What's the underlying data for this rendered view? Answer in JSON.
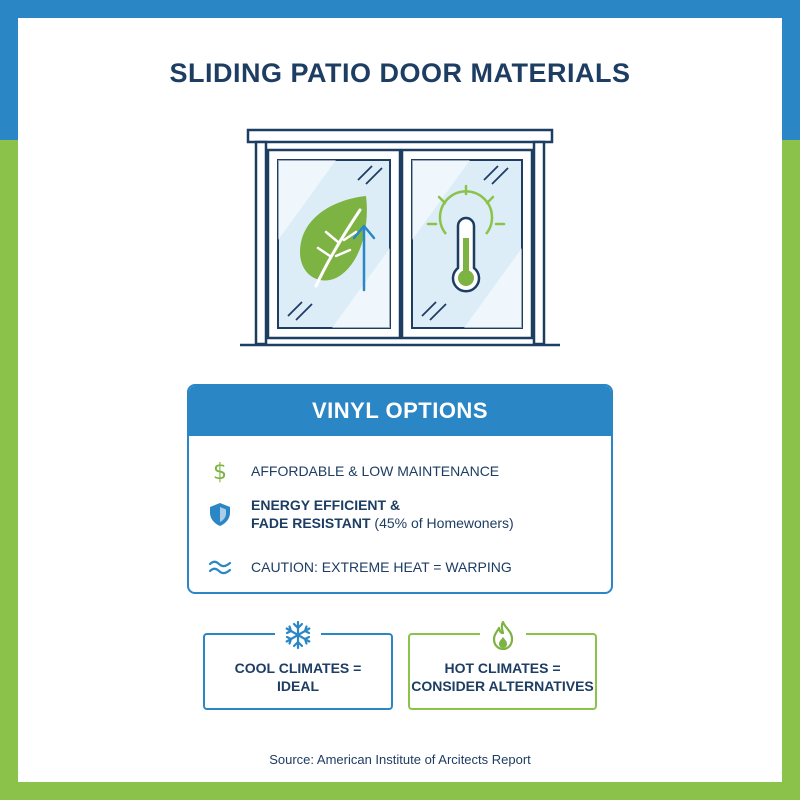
{
  "title": "SLIDING PATIO DOOR MATERIALS",
  "colors": {
    "blue": "#2b86c5",
    "green": "#8bc34a",
    "navy": "#1d3d63",
    "glass": "#dcedf8"
  },
  "door_icons": [
    "leaf-icon",
    "up-arrow-icon",
    "sun-thermometer-icon"
  ],
  "vinyl": {
    "heading": "VINYL OPTIONS",
    "items": [
      {
        "icon": "dollar-icon",
        "line1": "AFFORDABLE & LOW MAINTENANCE",
        "line2": "",
        "note": ""
      },
      {
        "icon": "shield-icon",
        "line1": "ENERGY EFFICIENT &",
        "line2": "FADE RESISTANT",
        "note": " (45% of Homewoners)"
      },
      {
        "icon": "wave-icon",
        "line1": "CAUTION: EXTREME HEAT = WARPING",
        "line2": "",
        "note": ""
      }
    ]
  },
  "climates": {
    "cool": {
      "icon": "snowflake-icon",
      "line1": "COOL CLIMATES =",
      "line2": "IDEAL"
    },
    "hot": {
      "icon": "flame-icon",
      "line1": "HOT CLIMATES =",
      "line2": "CONSIDER ALTERNATIVES"
    }
  },
  "source": "Source: American Institute of Arcitects Report"
}
